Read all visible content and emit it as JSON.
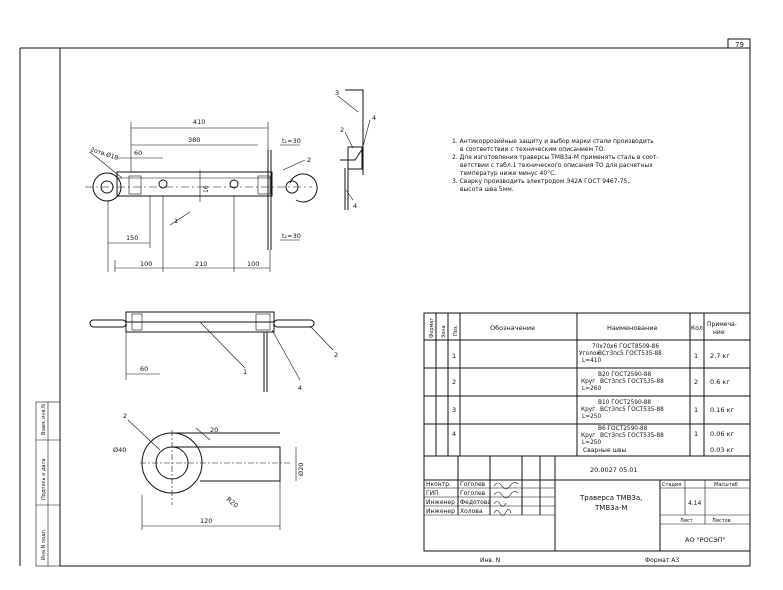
{
  "sheet": {
    "number": "79",
    "format": "Формат А3",
    "inv_label": "Инв. N"
  },
  "side_stamp": [
    "Взам. инв.N",
    "Подпись и дата",
    "Инв.N подл."
  ],
  "notes": [
    "1. Антикоррозийные защиту и выбор марки стали производить",
    "в соответствии с техническим описанием ТО.",
    "2. Для изготовления траверсы ТМВ3а-М применять сталь в соот-",
    "ветствии с табл.1 технического описания ТО для расчетных",
    "температур ниже минус 40°С.",
    "3. Сварку производить электродом Э42А ГОСТ 9467-75,",
    "высота шва 5мм."
  ],
  "dims": {
    "d410": "410",
    "d380": "380",
    "d60": "60",
    "d150": "150",
    "d100a": "100",
    "d210": "210",
    "d100b": "100",
    "d16": "16",
    "d60b": "60",
    "d40": "Ø40",
    "d20": "20",
    "d20b": "Ø20",
    "d120": "120",
    "r20": "R20",
    "tw30a": "t₁=30",
    "tw30b": "t₁=30",
    "hole": "2отв.Ø18"
  },
  "callouts": {
    "c1": "1",
    "c2": "2",
    "c3": "3",
    "c4": "4",
    "c5": "1",
    "c6": "2",
    "c7": "4",
    "c8": "2",
    "c9": "2",
    "c10": "4"
  },
  "spec_table": {
    "headers": [
      "Формат",
      "Зона",
      "Поз.",
      "Обозначение",
      "Наименование",
      "Кол.",
      "Примеча-",
      "ние"
    ],
    "rows": [
      {
        "pos": "1",
        "name1": "70x70x6 ГОСТ8509-86",
        "prefix": "Уголок",
        "name2": "ВСт3пс5 ГОСТ535-88",
        "len": "L=410",
        "qty": "1",
        "note": "2.7 кг"
      },
      {
        "pos": "2",
        "name1": "В20 ГОСТ2590-88",
        "prefix": "Круг",
        "name2": "ВСт3пс5 ГОСТ535-88",
        "len": "L=260",
        "qty": "2",
        "note": "0.6 кг"
      },
      {
        "pos": "3",
        "name1": "В10 ГОСТ2590-88",
        "prefix": "Круг",
        "name2": "ВСт3пс5 ГОСТ535-88",
        "len": "L=250",
        "qty": "1",
        "note": "0.16 кг"
      },
      {
        "pos": "4",
        "name1": "В6 ГОСТ2590-88",
        "prefix": "Круг",
        "name2": "ВСт3пс5 ГОСТ535-88",
        "len": "L=250",
        "qty": "1",
        "note": "0.06 кг"
      }
    ],
    "weld_label": "Сварные швы",
    "weld_note": "0.03 кг"
  },
  "title_block": {
    "doc_code": "20.0027 05.01",
    "roles": [
      "Нконтр.",
      "ГИП",
      "Инженер",
      "Инженер"
    ],
    "names": [
      "Гоголев",
      "Гоголев",
      "Федотова",
      "Холова"
    ],
    "title1": "Траверса ТМВ3а,",
    "title2": "ТМВ3а-М",
    "stage_label": "Стадия",
    "scale_label": "Масштаб",
    "scale_value": "4.14",
    "sheet_label": "Лист",
    "sheets_label": "Листов",
    "org": "АО \"РОСЭП\""
  }
}
